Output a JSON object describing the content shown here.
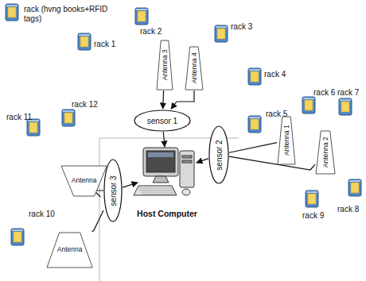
{
  "diagram": {
    "nodes": [
      {
        "text": [
          "Antenna 3"
        ]
      },
      {
        "text": [
          "Antenna 4"
        ]
      },
      {
        "text": [
          "sensor 1"
        ]
      },
      {
        "text": [
          "Antenna 1"
        ]
      },
      {
        "text": [
          "Antenna 2"
        ]
      },
      {
        "text": [
          "sensor 2"
        ]
      },
      {
        "text": [
          "Host Computer"
        ]
      },
      {
        "text": [
          "Antenna"
        ]
      },
      {
        "text": [
          "Antenna"
        ]
      },
      {
        "text": [
          "sensor 3"
        ]
      }
    ],
    "edges": [
      {
        "from": 0,
        "to": 2,
        "arrow": "to"
      },
      {
        "from": 1,
        "to": 2,
        "arrow": "to"
      },
      {
        "from": 2,
        "to": 6,
        "arrow": "to"
      },
      {
        "from": 3,
        "to": 5,
        "arrow": "none"
      },
      {
        "from": 4,
        "to": 5,
        "arrow": "none"
      },
      {
        "from": 5,
        "to": 6,
        "arrow": "to"
      },
      {
        "from": 7,
        "to": 9,
        "arrow": "none"
      },
      {
        "from": 8,
        "to": 9,
        "arrow": "none"
      },
      {
        "from": 9,
        "to": 6,
        "arrow": "to"
      }
    ],
    "labels": [
      "rack 1",
      "rack 2",
      "rack 3",
      "rack 4",
      "rack 5",
      "rack 6",
      "rack 7",
      "rack 8",
      "rack 9",
      "rack 10",
      "rack 11",
      "rack 12"
    ],
    "legend": [
      {
        "text": "rack (hvng books+RFID tags)"
      }
    ]
  }
}
